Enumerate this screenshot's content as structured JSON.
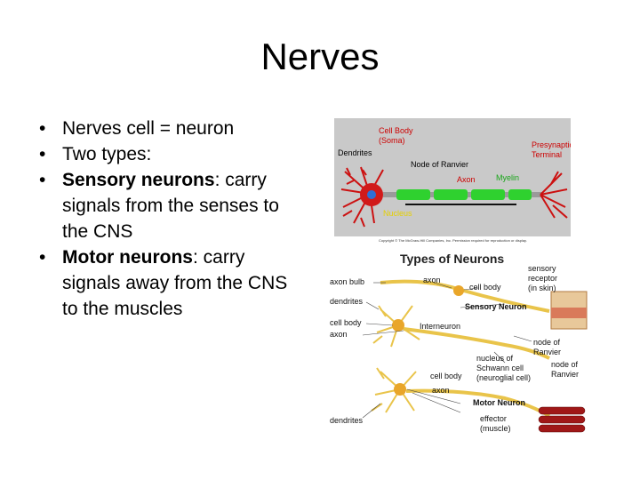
{
  "title": "Nerves",
  "bullets": [
    {
      "bold": "",
      "text": "Nerves cell = neuron"
    },
    {
      "bold": "",
      "text": "Two types:"
    },
    {
      "bold": "Sensory neurons",
      "text": ": carry signals from the senses to the CNS"
    },
    {
      "bold": "Motor neurons",
      "text": ": carry signals away from the CNS to the muscles"
    }
  ],
  "neuron_figure": {
    "labels": {
      "cell_body": "Cell Body",
      "soma": "(Soma)",
      "dendrites": "Dendrites",
      "node": "Node of Ranvier",
      "axon": "Axon",
      "myelin": "Myelin",
      "nucleus": "Nucleus",
      "presynaptic": "Presynaptic",
      "terminal": "Terminal"
    },
    "copyright": "Copyright © The McGraw-Hill Companies, Inc. Permission required for reproduction or display."
  },
  "types_figure": {
    "title": "Types of Neurons",
    "labels": {
      "axon_bulb": "axon bulb",
      "axon_top": "axon",
      "dendrites_top": "dendrites",
      "cell_body_left": "cell body",
      "axon_left": "axon",
      "cell_body_top": "cell body",
      "sensory_receptor_1": "sensory",
      "sensory_receptor_2": "receptor",
      "sensory_receptor_3": "(in skin)",
      "sensory_neuron": "Sensory Neuron",
      "interneuron": "Interneuron",
      "node_ranvier_1_a": "node of",
      "node_ranvier_1_b": "Ranvier",
      "schwann_1": "nucleus of",
      "schwann_2": "Schwann cell",
      "schwann_3": "(neuroglial cell)",
      "node_ranvier_2_a": "node of",
      "node_ranvier_2_b": "Ranvier",
      "cell_body_bottom": "cell body",
      "axon_bottom": "axon",
      "motor_neuron": "Motor Neuron",
      "effector_1": "effector",
      "effector_2": "(muscle)",
      "dendrites_bottom": "dendrites"
    }
  },
  "colors": {
    "neuron_red": "#cc1111",
    "myelin_green": "#2fd12f",
    "axon_gray": "#9a9a9a",
    "label_red": "#cc0000",
    "neuron_yellow": "#e9c44a",
    "muscle_red": "#a01818",
    "skin_tan": "#e8c89a"
  }
}
